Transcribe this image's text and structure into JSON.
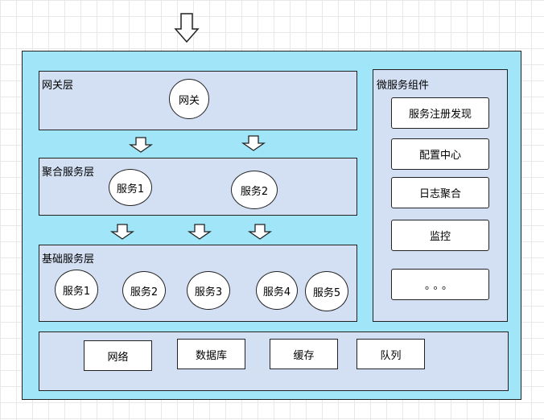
{
  "diagram": {
    "gateway_layer": {
      "title": "网关层",
      "nodes": [
        "网关"
      ]
    },
    "aggregation_layer": {
      "title": "聚合服务层",
      "nodes": [
        "服务1",
        "服务2"
      ]
    },
    "base_layer": {
      "title": "基础服务层",
      "nodes": [
        "服务1",
        "服务2",
        "服务3",
        "服务4",
        "服务5"
      ]
    },
    "components_panel": {
      "title": "微服务组件",
      "items": [
        "服务注册发现",
        "配置中心",
        "日志聚合",
        "监控",
        "。。。"
      ]
    },
    "infrastructure_layer": {
      "items": [
        "网络",
        "数据库",
        "缓存",
        "队列"
      ]
    }
  }
}
